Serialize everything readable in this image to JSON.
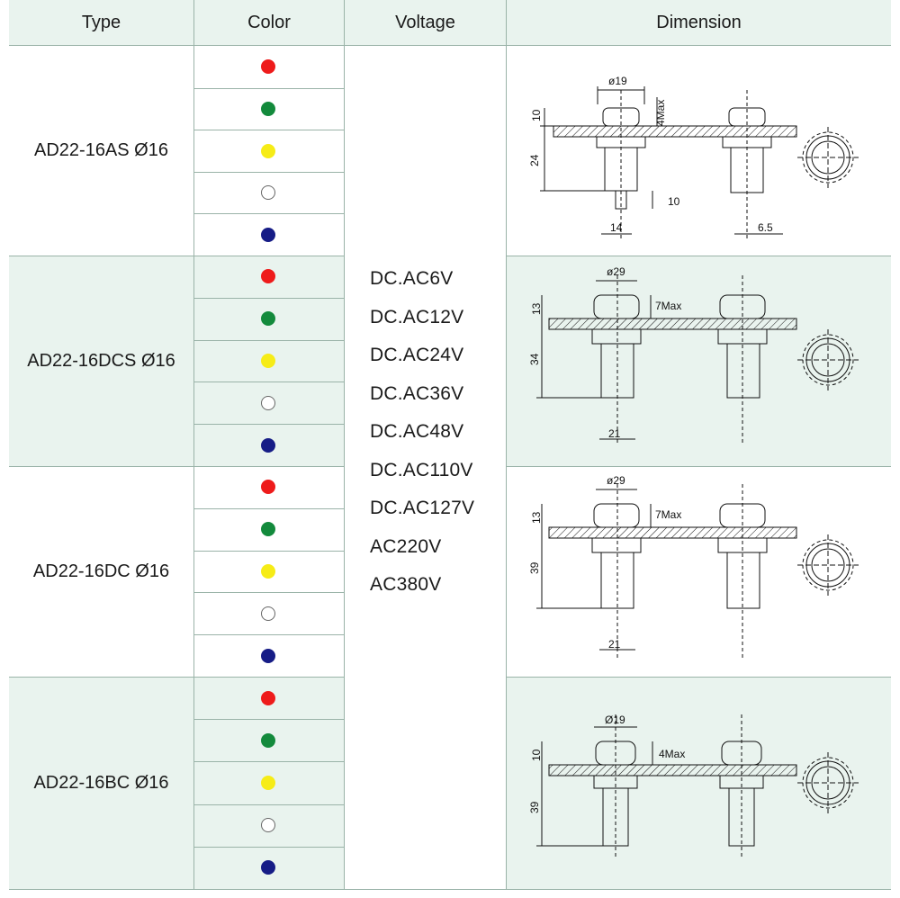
{
  "headers": {
    "type": "Type",
    "color": "Color",
    "voltage": "Voltage",
    "dimension": "Dimension"
  },
  "colors": {
    "red": "#ee1b1b",
    "green": "#138a3c",
    "yellow": "#f6ec17",
    "white": "#ffffff",
    "blue": "#161c86"
  },
  "dot_icons": [
    "red-indicator-icon",
    "green-indicator-icon",
    "yellow-indicator-icon",
    "white-indicator-icon",
    "blue-indicator-icon"
  ],
  "rows": [
    {
      "type": "AD22-16AS Ø16",
      "dims": {
        "dia": "ø19",
        "top": "10",
        "max": "4Max",
        "body": "24",
        "pin": "10",
        "width": "14",
        "pitch": "6.5"
      }
    },
    {
      "type": "AD22-16DCS Ø16",
      "dims": {
        "dia": "ø29",
        "top": "13",
        "max": "7Max",
        "body": "34",
        "width": "21"
      }
    },
    {
      "type": "AD22-16DC Ø16",
      "dims": {
        "dia": "ø29",
        "top": "13",
        "max": "7Max",
        "body": "39",
        "width": "21"
      }
    },
    {
      "type": "AD22-16BC Ø16",
      "dims": {
        "dia": "Ø19",
        "top": "10",
        "max": "4Max",
        "body": "39"
      }
    }
  ],
  "voltages": [
    "DC.AC6V",
    "DC.AC12V",
    "DC.AC24V",
    "DC.AC36V",
    "DC.AC48V",
    "DC.AC110V",
    "DC.AC127V",
    "AC220V",
    "AC380V"
  ]
}
